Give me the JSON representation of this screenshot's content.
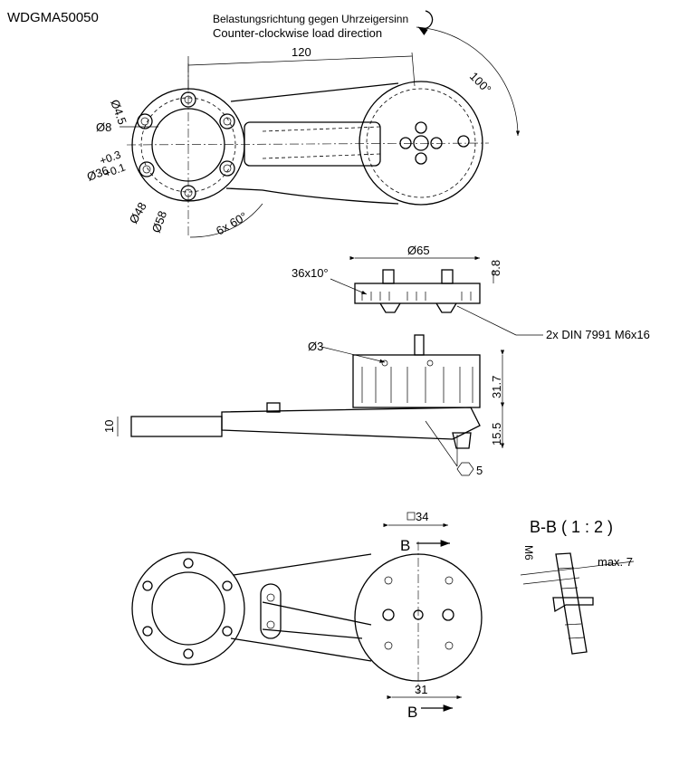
{
  "title": "WDGMA50050",
  "load_direction": {
    "de": "Belastungsrichtung gegen Uhrzeigersinn",
    "en": "Counter-clockwise load direction",
    "icon": "counter-clockwise-arrow-icon"
  },
  "top_view": {
    "length": "120",
    "angle": "100°",
    "hole_dia": "Ø4.5",
    "counterbore_dia": "Ø8",
    "bore_dia": "Ø36",
    "tol_upper": "+0.3",
    "tol_lower": "+0.1",
    "inner_dia": "Ø48",
    "pitch_dia": "Ø58",
    "hole_spacing": "6x 60°"
  },
  "plate_view": {
    "dia": "Ø65",
    "height": "8.8",
    "teeth": "36x10°",
    "screws": "2x DIN 7991 M6x16"
  },
  "side_view": {
    "pin_dia": "Ø3",
    "height_upper": "31.7",
    "height_lower": "15.5",
    "arm_thickness": "10",
    "hex_size": "5"
  },
  "bottom_view": {
    "square": "34",
    "section_mark": "B",
    "pitch": "31"
  },
  "section": {
    "title": "B-B ( 1 : 2 )",
    "thread": "M6",
    "max_depth": "max. 7"
  }
}
